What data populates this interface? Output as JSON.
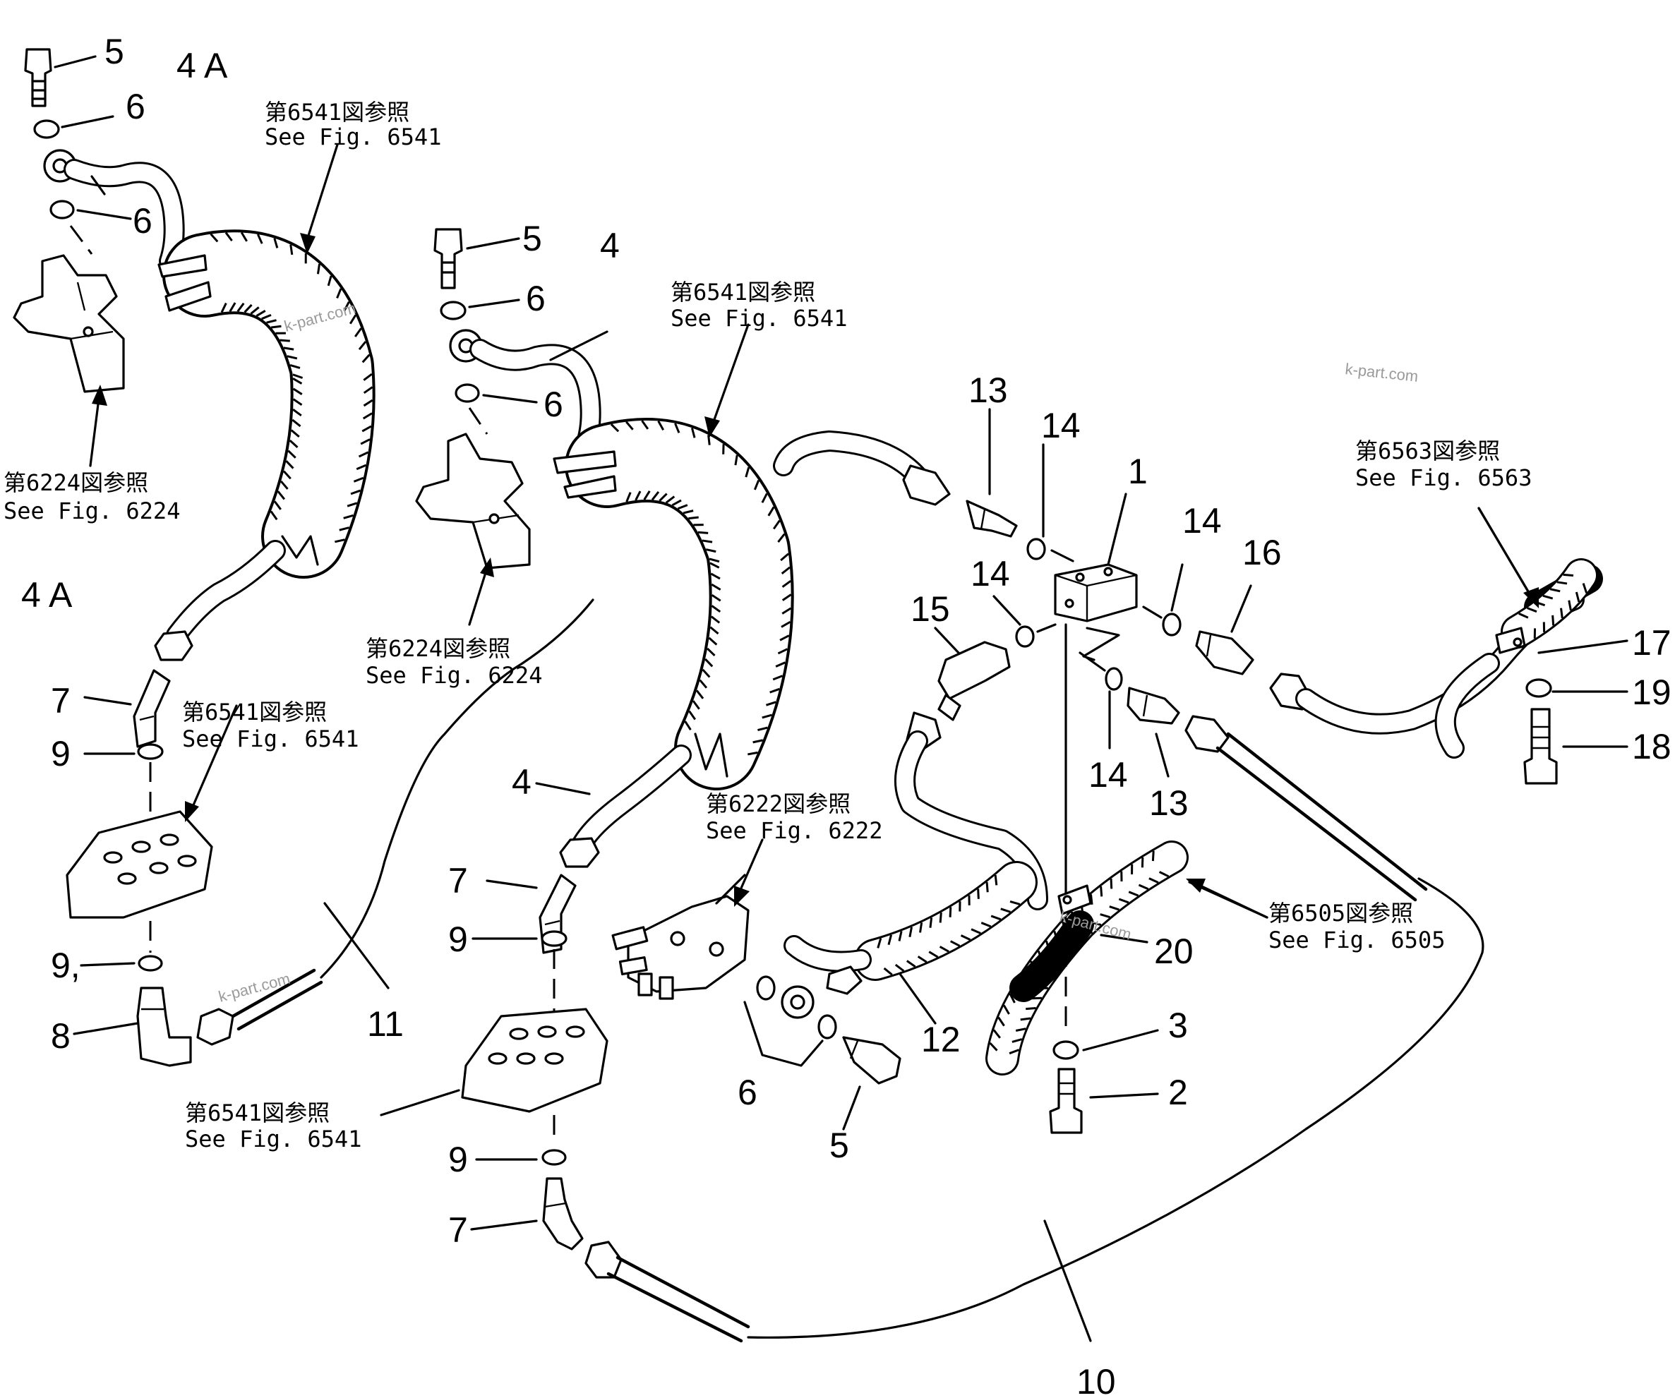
{
  "part_labels": {
    "p1": "1",
    "p2": "2",
    "p3": "3",
    "p4a": "4",
    "p4b": "4",
    "p4A_a": "4 A",
    "p4A_b": "4 A",
    "p5a": "5",
    "p5b": "5",
    "p5c": "5",
    "p6a": "6",
    "p6b": "6",
    "p6c": "6",
    "p6d": "6",
    "p6e": "6",
    "p7a": "7",
    "p7b": "7",
    "p7c": "7",
    "p8": "8",
    "p9a": "9",
    "p9b": "9,",
    "p9c": "9",
    "p9d": "9",
    "p10": "10",
    "p11": "11",
    "p12": "12",
    "p13a": "13",
    "p13b": "13",
    "p14a": "14",
    "p14b": "14",
    "p14c": "14",
    "p14d": "14",
    "p15": "15",
    "p16": "16",
    "p17": "17",
    "p18": "18",
    "p19": "19",
    "p20": "20"
  },
  "references": {
    "r6541_a": {
      "jp": "第6541図参照",
      "en": "See Fig. 6541"
    },
    "r6224_a": {
      "jp": "第6224図参照",
      "en": "See Fig. 6224"
    },
    "r6541_b": {
      "jp": "第6541図参照",
      "en": "See Fig. 6541"
    },
    "r6541_c": {
      "jp": "第6541図参照",
      "en": "See Fig. 6541"
    },
    "r6224_b": {
      "jp": "第6224図参照",
      "en": "See Fig. 6224"
    },
    "r6222": {
      "jp": "第6222図参照",
      "en": "See Fig. 6222"
    },
    "r6563": {
      "jp": "第6563図参照",
      "en": "See Fig. 6563"
    },
    "r6505": {
      "jp": "第6505図参照",
      "en": "See Fig. 6505"
    },
    "r6541_d": {
      "jp": "第6541図参照",
      "en": "See Fig. 6541"
    }
  },
  "watermark": "k-part.com",
  "colors": {
    "ink": "#000000",
    "paper": "#ffffff",
    "watermark": "#9a9a9a"
  }
}
